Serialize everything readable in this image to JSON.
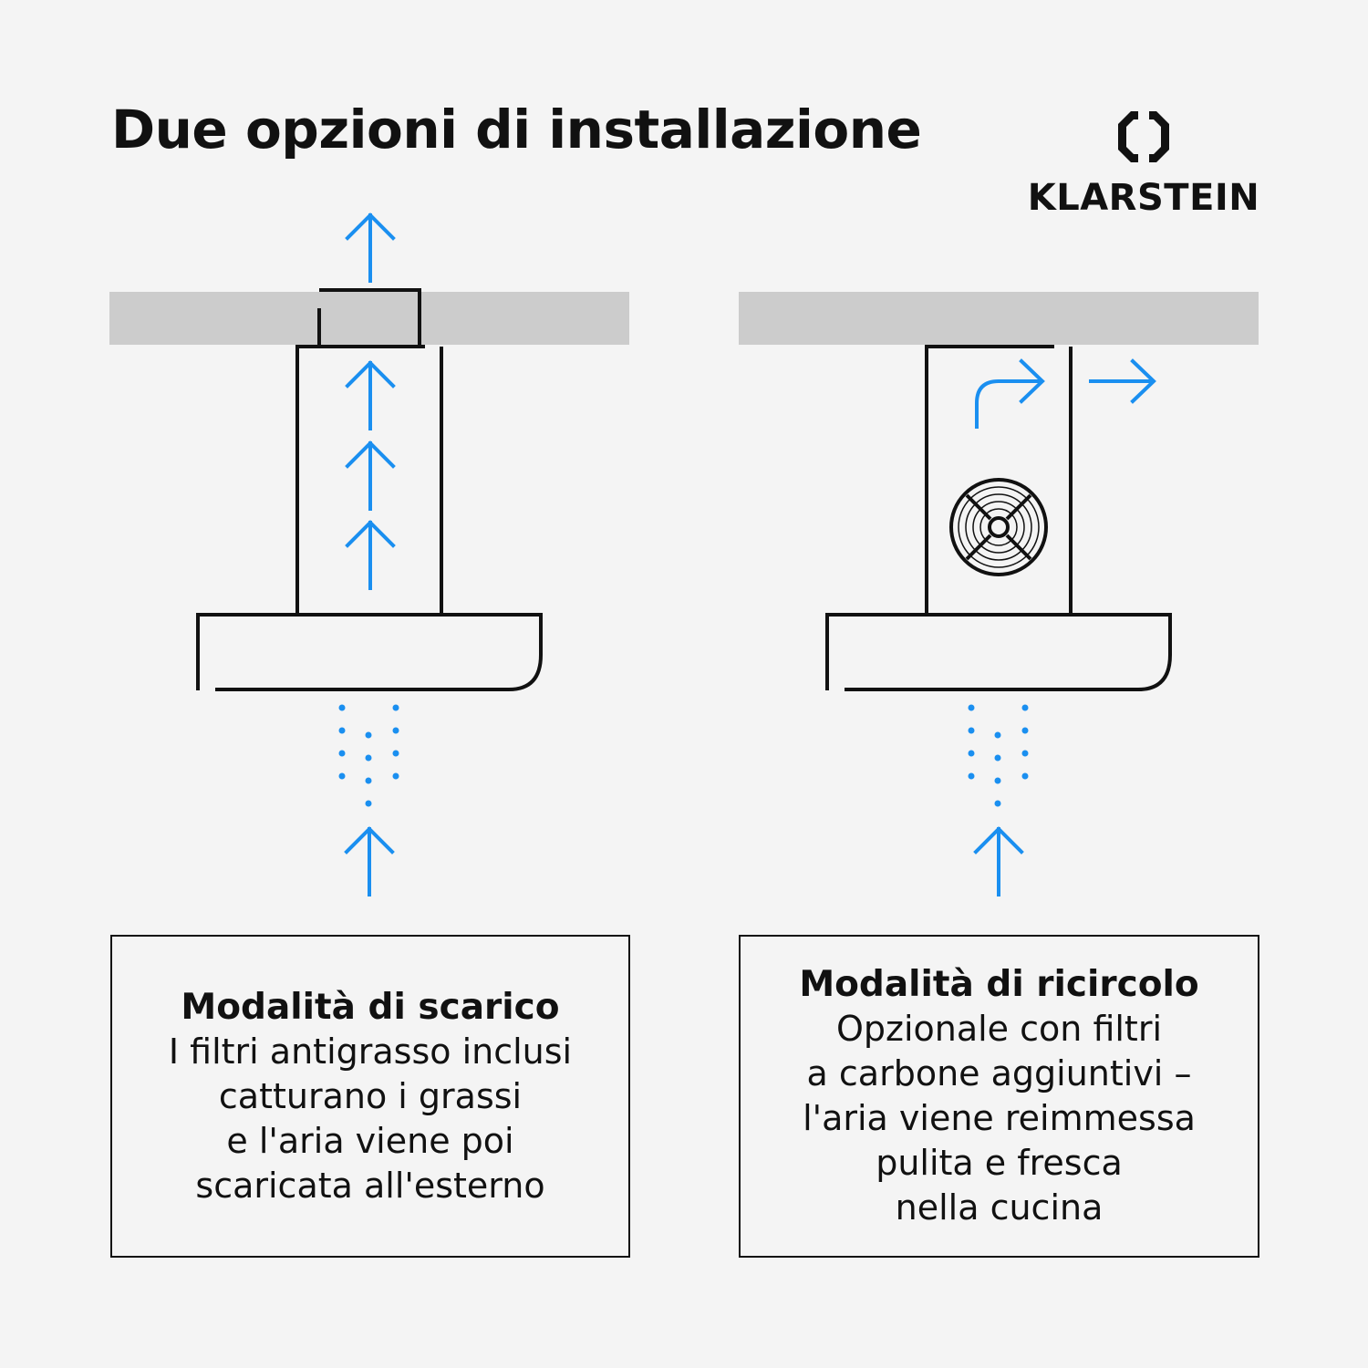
{
  "title": "Due opzioni di installazione",
  "brand": {
    "name": "KLARSTEIN",
    "logo_icon": "klarstein-logo-icon"
  },
  "colors": {
    "background": "#f4f4f4",
    "ceiling": "#cccccc",
    "line": "#111111",
    "airflow": "#1a8ff0"
  },
  "icons": [
    "arrow-up-icon",
    "curved-arrow-icon",
    "arrow-right-icon",
    "fan-icon"
  ],
  "captions": [
    {
      "heading": "Modalità di scarico",
      "lines": [
        "I filtri antigrasso inclusi",
        "catturano i grassi",
        "e l'aria viene poi",
        "scaricata all'esterno"
      ]
    },
    {
      "heading": "Modalità di ricircolo",
      "lines": [
        "Opzionale con filtri",
        "a carbone aggiuntivi –",
        "l'aria viene reimmessa",
        "pulita e fresca",
        "nella cucina"
      ]
    }
  ]
}
